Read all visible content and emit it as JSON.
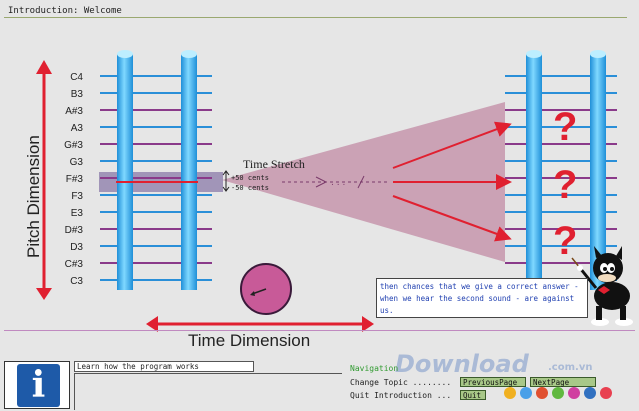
{
  "header": {
    "title": "Introduction: Welcome"
  },
  "diagram": {
    "pitch_notes": [
      "C4",
      "B3",
      "A#3",
      "A3",
      "G#3",
      "G3",
      "F#3",
      "F3",
      "E3",
      "D#3",
      "D3",
      "C#3",
      "C3"
    ],
    "pitch_axis_label": "Pitch Dimension",
    "time_axis_label": "Time Dimension",
    "stretch_label": "Time Stretch",
    "cents_plus": "+50 cents",
    "cents_minus": "-50 cents",
    "question_mark": "?",
    "colors": {
      "tube": "#44bdf0",
      "line_blue": "#2a8fd8",
      "line_purple": "#8a3a8a",
      "arrow_red": "#e02030",
      "cone": "#b46a8c"
    }
  },
  "speech": {
    "text": "then chances that we give a correct answer - when we hear the second sound - are against us."
  },
  "footer": {
    "description": "Learn how the program works",
    "info_icon": "info-icon",
    "nav_label": "Navigation",
    "change_topic": "Change Topic ........",
    "quit_intro": "Quit Introduction ...",
    "prev_button": "PreviousPage",
    "next_button": "NextPage",
    "quit_button": "Quit"
  },
  "watermark": {
    "text": "Download",
    "sub": ".com.vn"
  }
}
